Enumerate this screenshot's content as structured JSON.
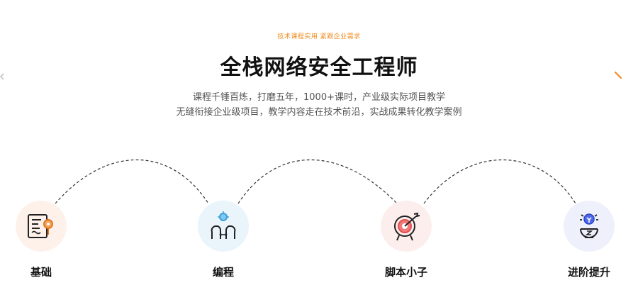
{
  "header": {
    "tagline": "技术课程实用 紧跟企业需求",
    "title": "全栈网络安全工程师",
    "desc_line1": "课程千锤百炼，打磨五年，1000+课时，产业级实际项目教学",
    "desc_line2": "无缝衔接企业级项目，教学内容走在技术前沿，实战成果转化教学案例"
  },
  "steps": [
    {
      "label": "基础",
      "icon": "document-gear-icon",
      "bg": "#fdf1ea"
    },
    {
      "label": "编程",
      "icon": "pair-programming-icon",
      "bg": "#eaf4fb"
    },
    {
      "label": "脚本小子",
      "icon": "target-arrow-icon",
      "bg": "#fdeeee"
    },
    {
      "label": "进阶提升",
      "icon": "bulb-head-icon",
      "bg": "#eef0fb"
    }
  ],
  "colors": {
    "accent": "#f08a1c",
    "title": "#111111",
    "body_text": "#555555"
  }
}
